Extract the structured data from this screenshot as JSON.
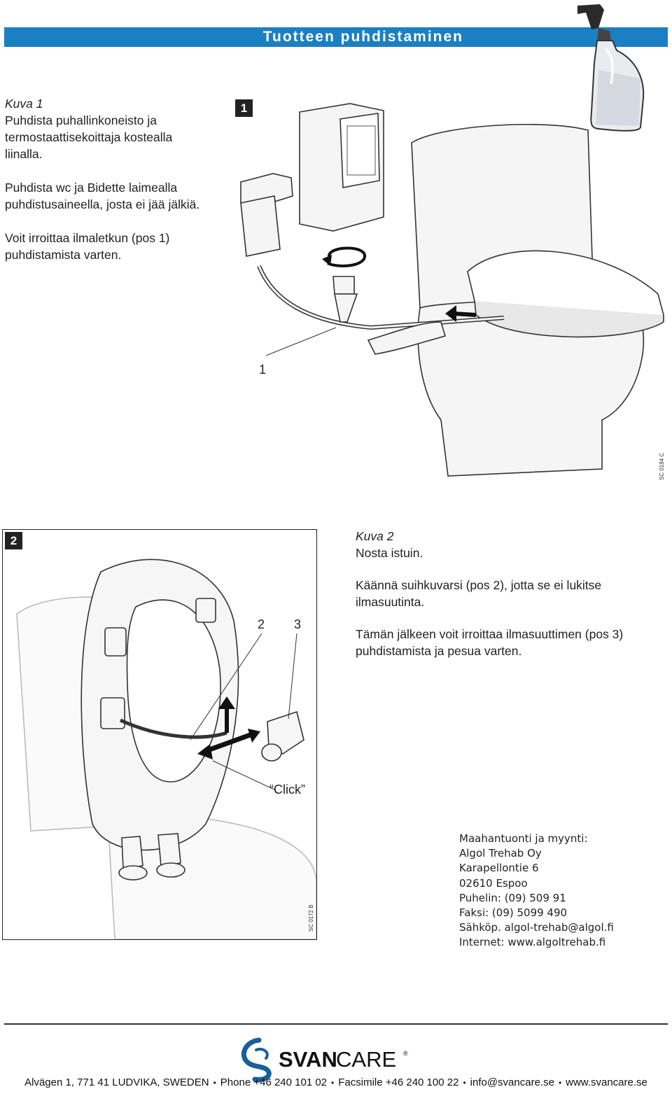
{
  "header": {
    "title": "Tuotteen puhdistaminen",
    "accent_color": "#1b7fc4"
  },
  "section1": {
    "caption": "Kuva 1",
    "paragraphs": [
      "Puhdista puhallinkoneisto ja termostaattisekoittaja kostealla liinalla.",
      "Puhdista wc ja Bidette laimealla puhdistusaineella, josta ei jää jälkiä.",
      "Voit irroittaa ilmaletkun (pos 1) puhdistamista varten."
    ],
    "figure": {
      "number": "1",
      "callout": "1",
      "code": "SC 0184 C"
    }
  },
  "section2": {
    "caption": "Kuva 2",
    "paragraphs": [
      "Nosta istuin.",
      "Käännä suihkuvarsi (pos 2), jotta se ei lukitse ilmasuutinta.",
      "Tämän jälkeen voit irroittaa ilmasuuttimen (pos 3) puhdistamista ja pesua varten."
    ],
    "figure": {
      "number": "2",
      "callout_a": "2",
      "callout_b": "3",
      "click_label": "“Click”",
      "code": "SC 0172 B"
    }
  },
  "contact": {
    "lines": [
      "Maahantuonti ja myynti:",
      "Algol Trehab Oy",
      "Karapellontie 6",
      "02610 Espoo",
      "Puhelin: (09) 509 91",
      "Faksi: (09) 5099 490",
      "Sähköp. algol-trehab@algol.fi",
      "Internet: www.algoltrehab.fi"
    ]
  },
  "footer": {
    "logo_text_bold": "SVAN",
    "logo_text_light": "CARE",
    "logo_mark": "®",
    "address": "Alvägen 1, 771 41 LUDVIKA, SWEDEN",
    "phone": "Phone +46 240 101 02",
    "fax": "Facsimile +46 240 100 22",
    "email": "info@svancare.se",
    "web": "www.svancare.se",
    "brand_color": "#1b5e9e"
  }
}
